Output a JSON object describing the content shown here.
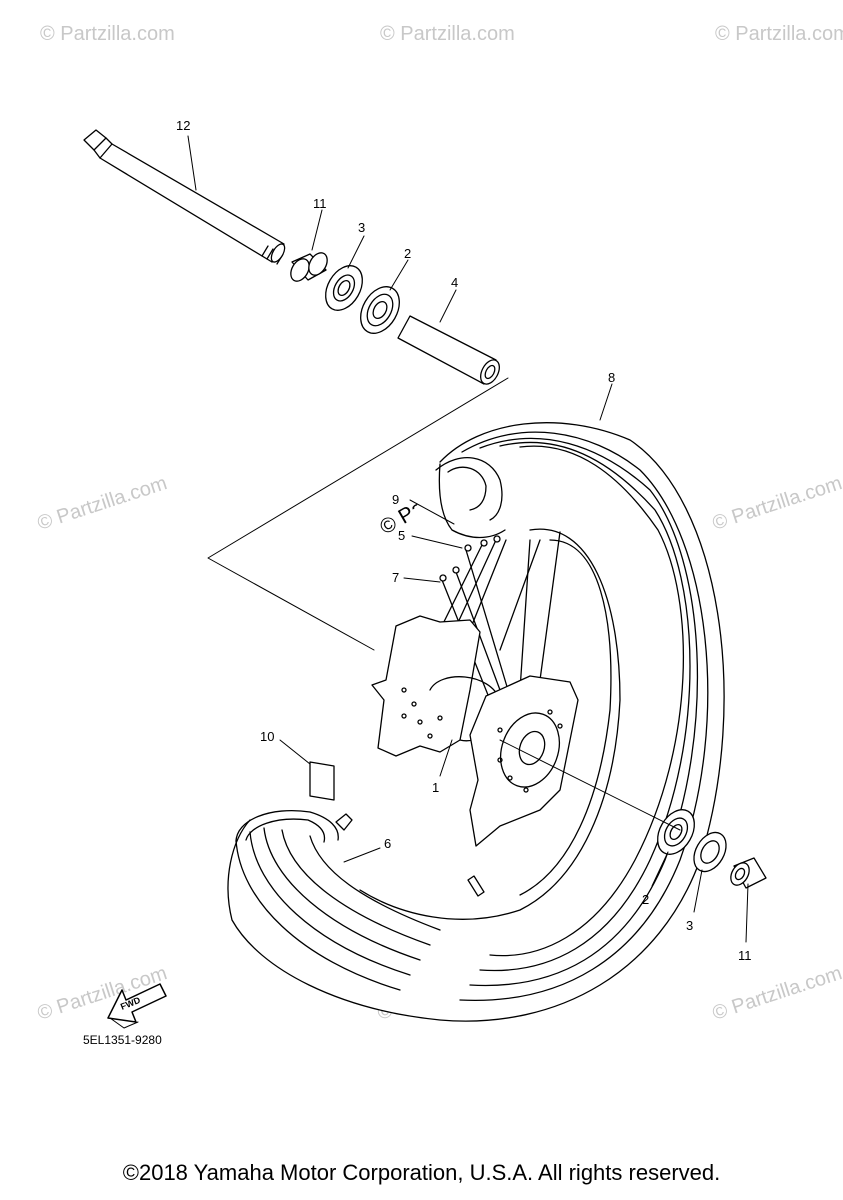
{
  "diagram": {
    "part_labels": [
      "1",
      "2",
      "3",
      "4",
      "5",
      "6",
      "7",
      "8",
      "9",
      "10",
      "11",
      "12",
      "2",
      "3",
      "11"
    ],
    "fwd_label": "FWD",
    "figure_code": "5EL1351-9280",
    "watermark_small": "© Partzilla.com",
    "watermark_large": "© Partzilla.com"
  },
  "footer": {
    "copyright": "©2018 Yamaha Motor Corporation, U.S.A. All rights reserved."
  }
}
